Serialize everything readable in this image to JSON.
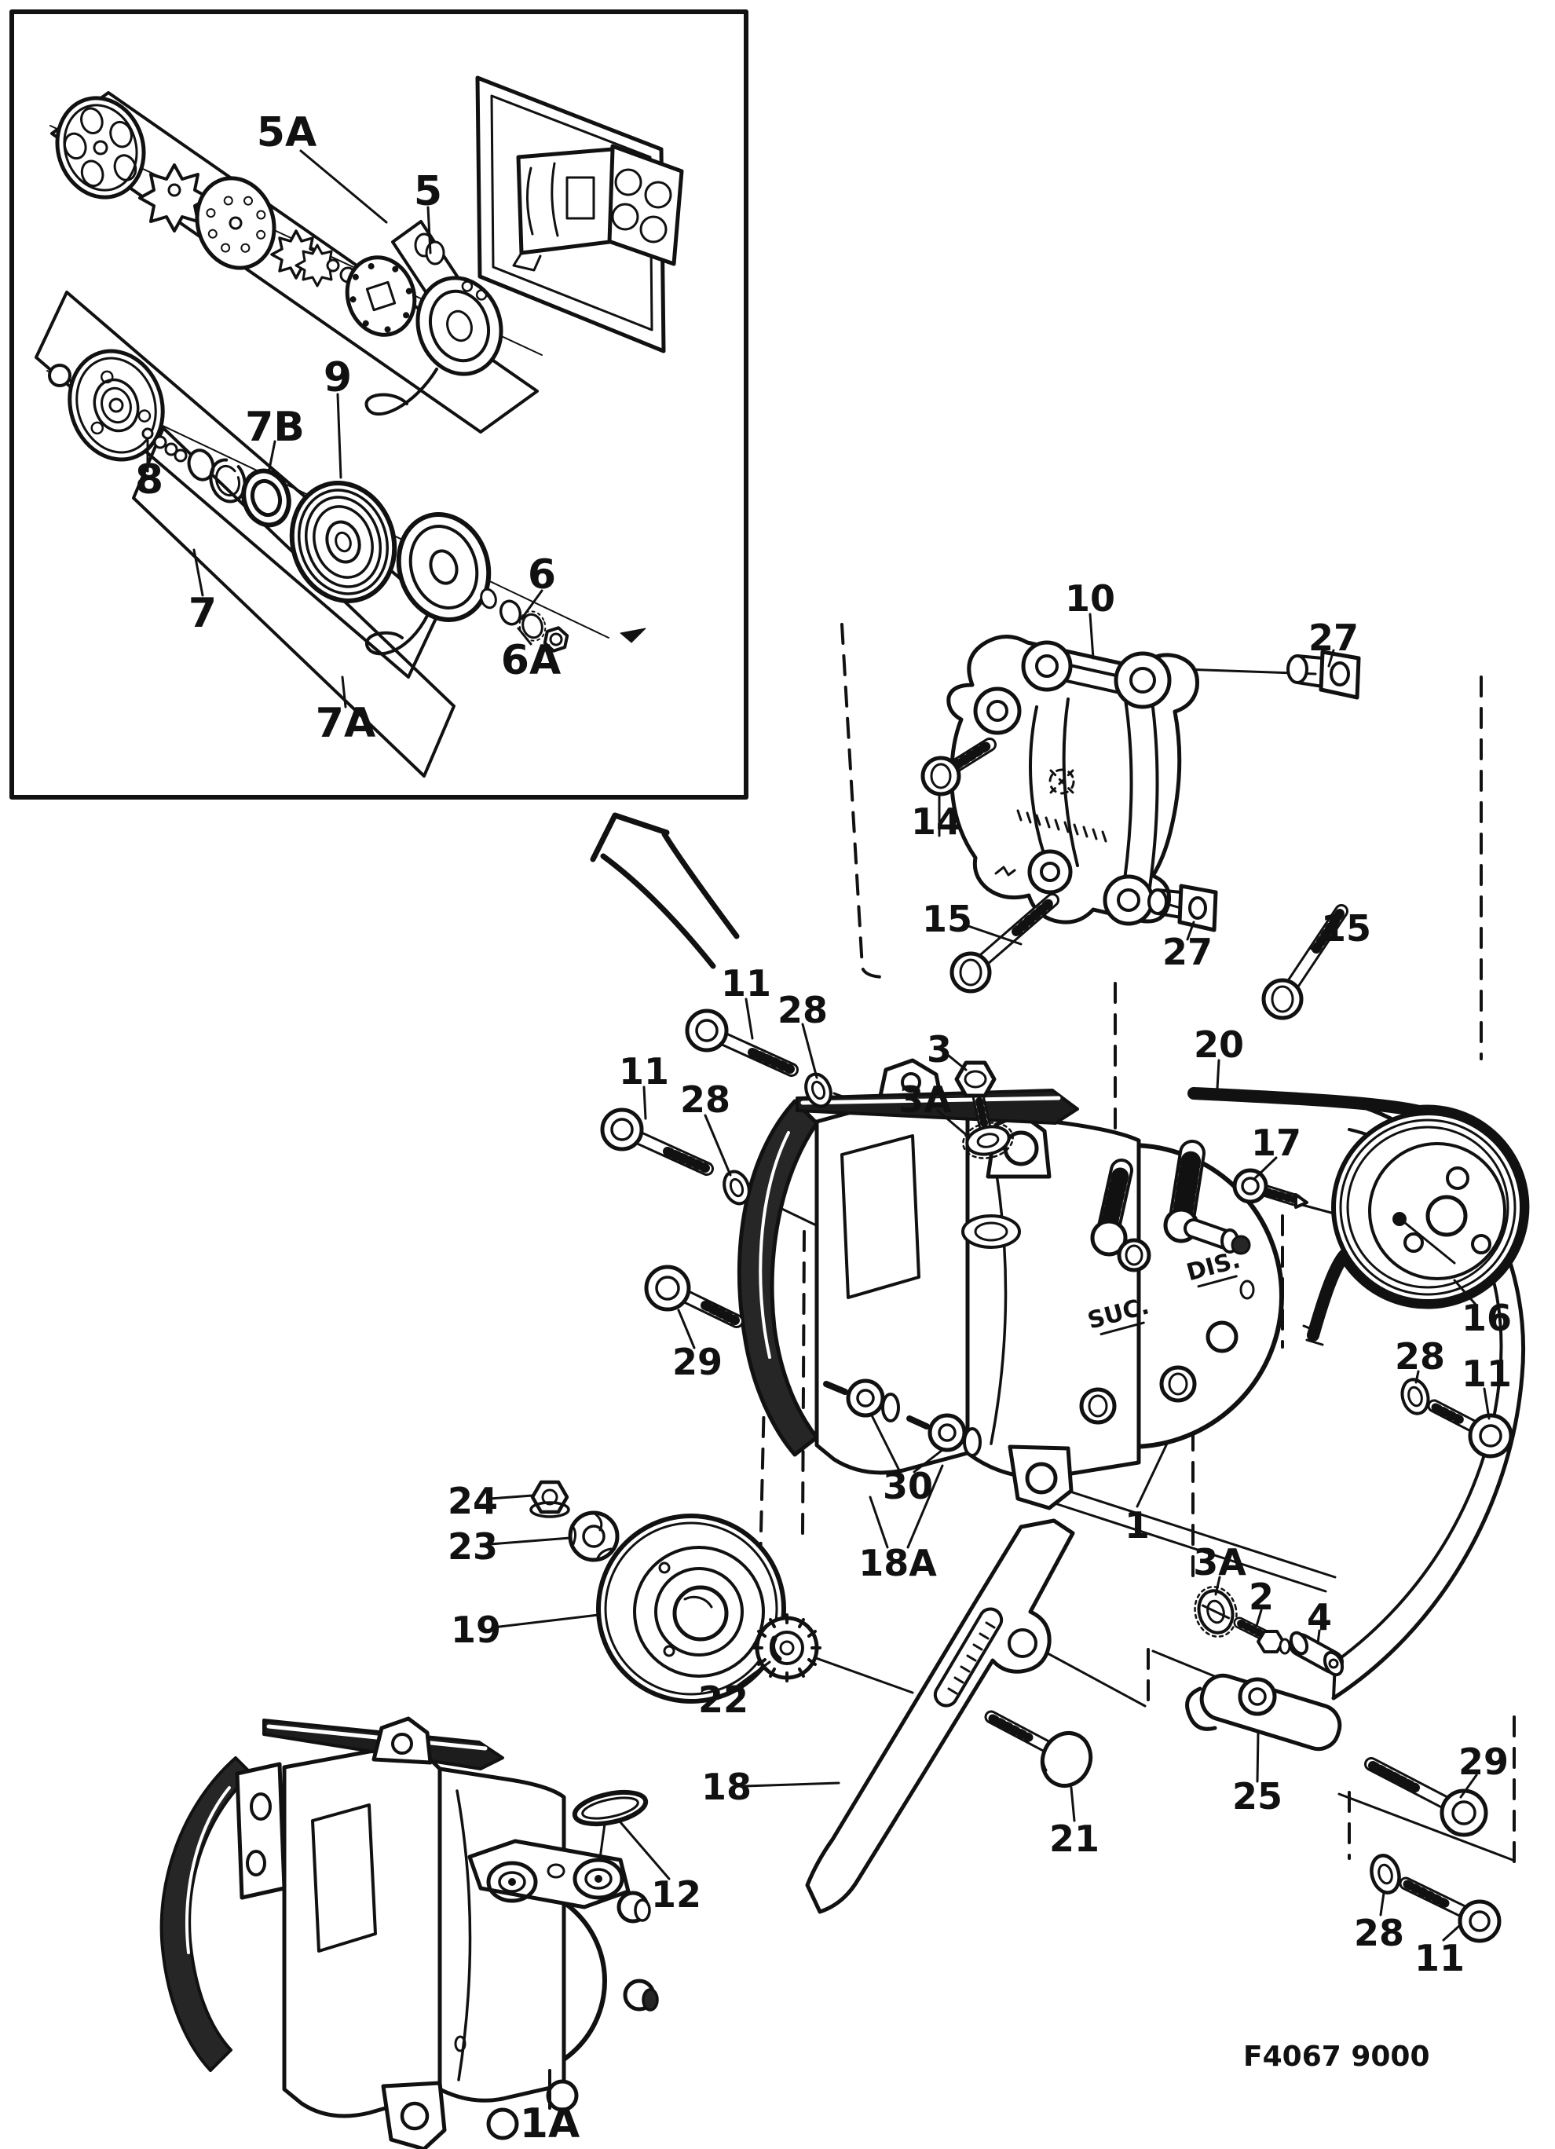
{
  "colors": {
    "paper": "#ffffff",
    "ink": "#111111"
  },
  "figure_code": "F4067 9000",
  "ports": {
    "suction": "SUC.",
    "discharge": "DIS."
  },
  "callouts": {
    "n1": "1",
    "n1A": "1A",
    "n2": "2",
    "n3": "3",
    "n3A": "3A",
    "n4": "4",
    "n5": "5",
    "n5A": "5A",
    "n6": "6",
    "n6A": "6A",
    "n7": "7",
    "n7A": "7A",
    "n7B": "7B",
    "n8": "8",
    "n9": "9",
    "n10": "10",
    "n11": "11",
    "n12": "12",
    "n14": "14",
    "n15": "15",
    "n16": "16",
    "n17": "17",
    "n18": "18",
    "n18A": "18A",
    "n19": "19",
    "n20": "20",
    "n21": "21",
    "n22": "22",
    "n23": "23",
    "n24": "24",
    "n25": "25",
    "n27": "27",
    "n28": "28",
    "n29": "29",
    "n30": "30"
  }
}
